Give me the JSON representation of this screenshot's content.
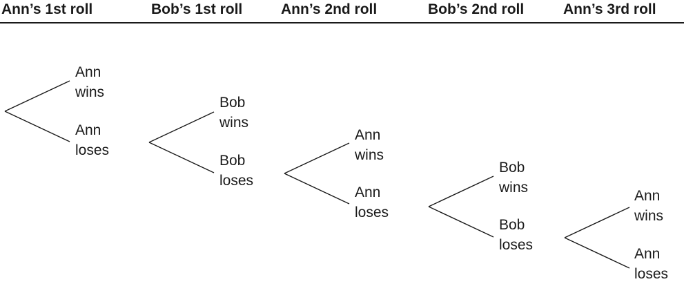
{
  "header": {
    "columns": [
      "Ann’s 1st roll",
      "Bob’s 1st roll",
      "Ann’s 2nd roll",
      "Bob’s 2nd roll",
      "Ann’s 3rd roll"
    ]
  },
  "stages": [
    {
      "upper": {
        "line1": "Ann",
        "line2": "wins"
      },
      "lower": {
        "line1": "Ann",
        "line2": "loses"
      }
    },
    {
      "upper": {
        "line1": "Bob",
        "line2": "wins"
      },
      "lower": {
        "line1": "Bob",
        "line2": "loses"
      }
    },
    {
      "upper": {
        "line1": "Ann",
        "line2": "wins"
      },
      "lower": {
        "line1": "Ann",
        "line2": "loses"
      }
    },
    {
      "upper": {
        "line1": "Bob",
        "line2": "wins"
      },
      "lower": {
        "line1": "Bob",
        "line2": "loses"
      }
    },
    {
      "upper": {
        "line1": "Ann",
        "line2": "wins"
      },
      "lower": {
        "line1": "Ann",
        "line2": "loses"
      }
    }
  ]
}
